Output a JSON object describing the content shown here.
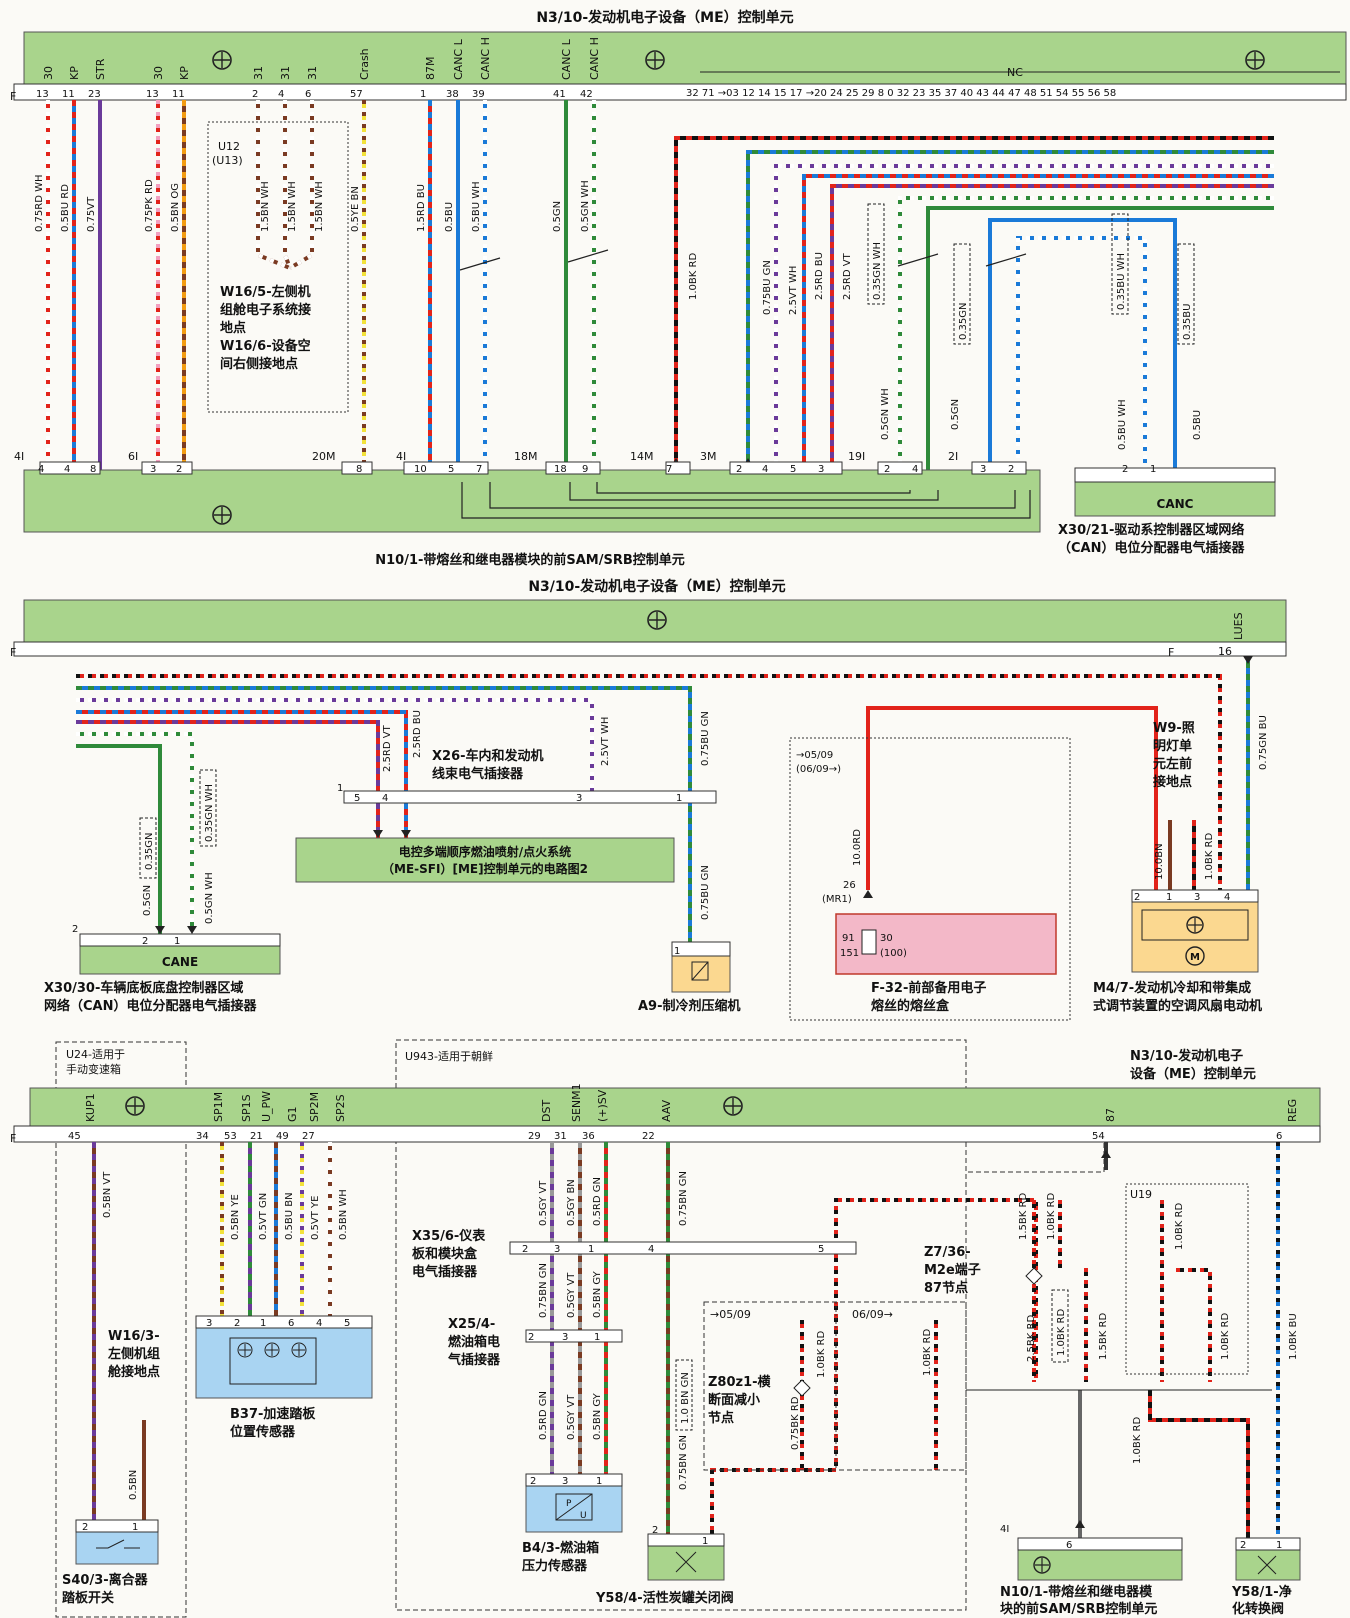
{
  "section1": {
    "top_title": "N3/10-发动机电子设备（ME）控制单元",
    "pin_names_a": [
      "30",
      "KP",
      "STR",
      "30",
      "KP",
      "31",
      "31",
      "31",
      "Crash",
      "87M",
      "CANC L",
      "CANC H"
    ],
    "pin_names_b": [
      "CANC L",
      "CANC H"
    ],
    "nc_label": "NC",
    "pin_nums_top": [
      "13",
      "11",
      "23",
      "13",
      "11",
      "2",
      "4",
      "6",
      "57",
      "1",
      "38",
      "39",
      "41",
      "42"
    ],
    "nc_pins": "32 71 →03 12 14 15 17 →20 24 25 29 8 0 32 23 35 37 40 43 44 47 48 51 54 55 56 58",
    "f_label": "F",
    "wires": [
      "0.75RD WH",
      "0.5BU RD",
      "0.75VT",
      "0.75PK RD",
      "0.5BN OG",
      "1.5BN WH",
      "1.5BN WH",
      "1.5BN WH",
      "0.5YE BN",
      "1.5RD BU",
      "0.5BU",
      "0.5BU WH",
      "0.5GN",
      "0.5GN WH",
      "1.0BK RD",
      "0.75BU GN",
      "2.5VT WH",
      "2.5RD BU",
      "2.5RD VT",
      "0.35GN WH",
      "0.5GN WH",
      "0.35GN",
      "0.5GN",
      "0.35BU WH",
      "0.5BU WH",
      "0.35BU",
      "0.5BU"
    ],
    "u12_label": "U12\n(U13)",
    "u12": [
      "U12",
      "(U13)"
    ],
    "ground_note": [
      "W16/5-左侧机",
      "组舱电子系统接",
      "地点",
      "W16/6-设备空",
      "间右侧接地点"
    ],
    "conn_groups": [
      "4I",
      "6I",
      "20M",
      "4I",
      "18M",
      "14M",
      "3M",
      "19I",
      "2I"
    ],
    "pin_nums_bottom": [
      "4",
      "4",
      "8",
      "3",
      "2",
      "8",
      "10",
      "5",
      "7",
      "18",
      "9",
      "7",
      "2",
      "4",
      "5",
      "3",
      "2",
      "4",
      "3",
      "2",
      "2",
      "1"
    ],
    "canc_label": "CANC",
    "x30_21": [
      "X30/21-驱动系控制器区域网络",
      "（CAN）电位分配器电气插接器"
    ],
    "bottom_title": "N10/1-带熔丝和继电器模块的前SAM/SRB控制单元"
  },
  "section2": {
    "top_title": "N3/10-发动机电子设备（ME）控制单元",
    "f_label": "F",
    "lues_label": "LUES",
    "lues_pin": "16",
    "wires": [
      "2.5RD VT",
      "2.5RD BU",
      "2.5VT WH",
      "0.75BU GN",
      "0.75BU GN",
      "0.5GN",
      "0.35GN",
      "0.5GN WH",
      "0.35GN WH",
      "10.0RD",
      "10.0BN",
      "1.0BK RD",
      "0.75GN BU"
    ],
    "x26": [
      "X26-车内和发动机",
      "线束电气插接器"
    ],
    "x26_pins": [
      "1",
      "5",
      "4",
      "3",
      "1"
    ],
    "me_sfi": [
      "电控多端顺序燃油喷射/点火系统",
      "（ME-SFI）[ME]控制单元的电路图2"
    ],
    "cane_label": "CANE",
    "x30_30_pins": [
      "2",
      "2",
      "1"
    ],
    "x30_30": [
      "X30/30-车辆底板底盘控制器区域",
      "网络（CAN）电位分配器电气插接器"
    ],
    "a9": "A9-制冷剂压缩机",
    "a9_pin": "1",
    "fuse_note": [
      "→05/09",
      "(06/09→)"
    ],
    "fuse_pin": [
      "26",
      "(MR1)"
    ],
    "fuse_inner": [
      "91",
      "151",
      "30",
      "(100)"
    ],
    "fuse_label": [
      "F-32-前部备用电子",
      "熔丝的熔丝盒"
    ],
    "w9": [
      "W9-照",
      "明灯单",
      "元左前",
      "接地点"
    ],
    "m47_pins": [
      "2",
      "1",
      "3",
      "4"
    ],
    "m47": [
      "M4/7-发动机冷却和带集成",
      "式调节装置的空调风扇电动机"
    ]
  },
  "section3": {
    "u24": [
      "U24-适用于",
      "手动变速箱"
    ],
    "u943": "U943-适用于朝鲜",
    "n3_10": [
      "N3/10-发动机电子",
      "设备（ME）控制单元"
    ],
    "pin_names": [
      "KUP1",
      "SP1M",
      "SP1S",
      "U_PW",
      "G1",
      "SP2M",
      "SP2S",
      "DST",
      "SENM1",
      "(+)SV",
      "AAV",
      "87",
      "REG"
    ],
    "pin_nums": [
      "45",
      "34",
      "53",
      "21",
      "49",
      "27",
      "29",
      "31",
      "36",
      "22",
      "54",
      "6"
    ],
    "f_label": "F",
    "wires": [
      "0.5BN VT",
      "0.5BN YE",
      "0.5VT GN",
      "0.5BU BN",
      "0.5VT YE",
      "0.5BN WH",
      "0.5GY VT",
      "0.5GY BN",
      "0.5RD GN",
      "0.75BN GN",
      "0.5GY VT",
      "0.5BN GY",
      "0.5RD GN",
      "0.5GY VT",
      "0.5BN GY",
      "0.5RD GN",
      "1.0 BN GN",
      "0.75BN GN",
      "0.5BN",
      "1.0BK RD",
      "0.75BK RD",
      "0.75BK RD",
      "1.0BK RD",
      "1.5BK RD",
      "1.0BK RD",
      "2.5BK RD",
      "1.0BK RD",
      "1.5BK RD",
      "1.0BK RD",
      "1.0BK RD",
      "1.0BK BU"
    ],
    "w16_3": [
      "W16/3-",
      "左侧机组",
      "舱接地点"
    ],
    "s40_pins": [
      "2",
      "1"
    ],
    "s40": [
      "S40/3-离合器",
      "踏板开关"
    ],
    "b37_pins": [
      "3",
      "2",
      "1",
      "6",
      "4",
      "5"
    ],
    "b37": [
      "B37-加速踏板",
      "位置传感器"
    ],
    "x35": [
      "X35/6-仪表",
      "板和模块盒",
      "电气插接器"
    ],
    "x35_pins": [
      "2",
      "3",
      "1",
      "4",
      "5"
    ],
    "x25": [
      "X25/4-",
      "燃油箱电",
      "气插接器"
    ],
    "x25_pins": [
      "2",
      "3",
      "1"
    ],
    "b43_pins": [
      "2",
      "3",
      "1"
    ],
    "b43": [
      "B4/3-燃油箱",
      "压力传感器"
    ],
    "y58_4_pins": [
      "2",
      "1"
    ],
    "y58_4": "Y58/4-活性炭罐关闭阀",
    "z80_dates": [
      "→05/09",
      "06/09→"
    ],
    "z80": [
      "Z80z1-横",
      "断面减小",
      "节点"
    ],
    "z7": [
      "Z7/36-",
      "M2e端子",
      "87节点"
    ],
    "u19": "U19",
    "n10_pins": [
      "4I",
      "6"
    ],
    "n10": [
      "N10/1-带熔丝和继电器模",
      "块的前SAM/SRB控制单元"
    ],
    "y58_1_pins": [
      "2",
      "1"
    ],
    "y58_1": [
      "Y58/1-净",
      "化转换阀"
    ]
  },
  "colors": {
    "module_green": "#a9d48c",
    "red": "#e2231a",
    "blue": "#1a7ad8",
    "purple": "#6a3a9a",
    "green": "#2f8a3a",
    "brown": "#7a3a22",
    "yellow": "#f3e23a",
    "black": "#111111",
    "fuse_pink": "#f3b8c8",
    "sensor_blue": "#a9d4f2",
    "amber": "#fbd890"
  }
}
